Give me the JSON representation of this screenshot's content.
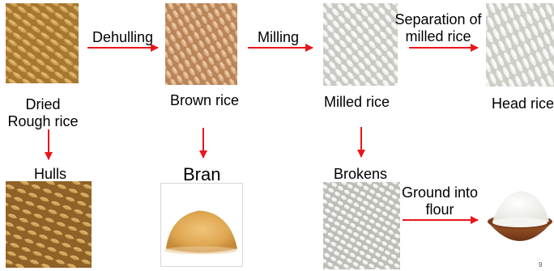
{
  "steps": {
    "dehulling": "Dehulling",
    "milling": "Milling",
    "separation": [
      "Separation of",
      "milled rice"
    ],
    "ground": [
      "Ground into",
      "flour"
    ]
  },
  "products": {
    "rough_rice": [
      "Dried",
      "Rough rice"
    ],
    "brown_rice": "Brown rice",
    "milled_rice": "Milled rice",
    "head_rice": "Head rice",
    "hulls": "Hulls",
    "bran": "Bran",
    "brokens": "Brokens"
  },
  "page_number": "9",
  "colors": {
    "arrow": "#e8161b",
    "rough_rice": "#b98a3e",
    "brown_rice": "#c89868",
    "milled_rice": "#ecebe6",
    "hulls": "#b7893e",
    "bran": "#e2b15a",
    "flour": "#f6f6f3",
    "bowl": "#8a4a22"
  }
}
